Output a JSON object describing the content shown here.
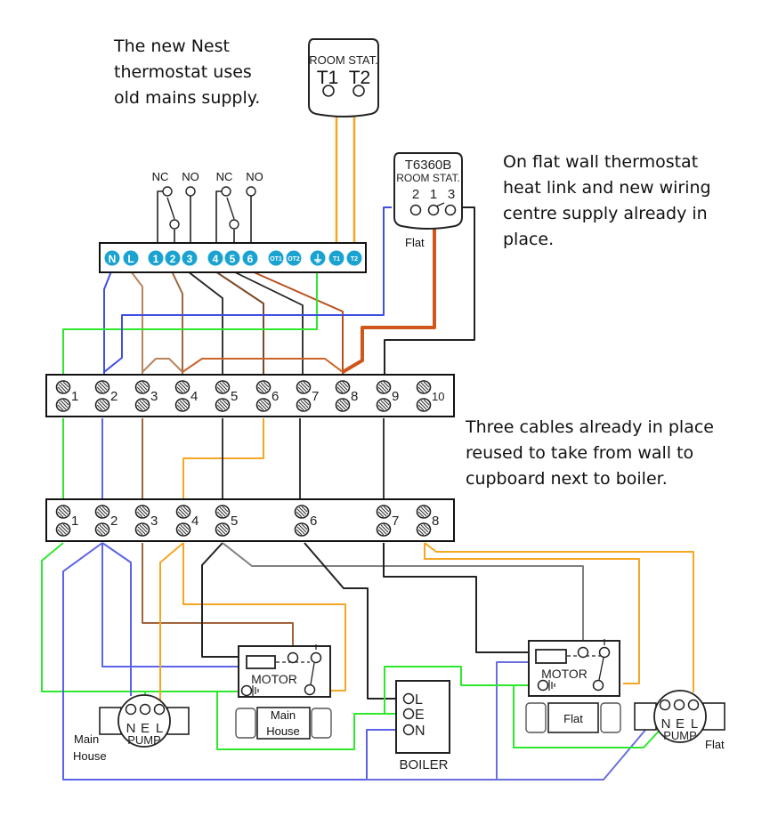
{
  "notes": {
    "nest": "The new Nest\nthermostat uses\nold mains supply.",
    "flat_stat": "On flat wall thermostat\nheat link and new wiring\ncentre supply already in\nplace.",
    "cables": "Three cables already in place\nreused to take from wall to\ncupboard next to boiler."
  },
  "room_stat": {
    "title": "ROOM STAT.",
    "terminals": [
      "T1",
      "T2"
    ]
  },
  "flat_stat": {
    "model": "T6360B",
    "title": "ROOM STAT.",
    "terminals": [
      "2",
      "1",
      "3"
    ],
    "location": "Flat"
  },
  "nest_heat_link": {
    "relay_labels": [
      "NC",
      "NO",
      "NC",
      "NO"
    ],
    "terminals": [
      "N",
      "L",
      "1",
      "2",
      "3",
      "4",
      "5",
      "6",
      "OT1",
      "OT2",
      "⏚",
      "T1",
      "T2"
    ]
  },
  "wiring_centre_upper": {
    "terminals": [
      "1",
      "2",
      "3",
      "4",
      "5",
      "6",
      "7",
      "8",
      "9",
      "10"
    ]
  },
  "wiring_centre_lower": {
    "terminals": [
      "1",
      "2",
      "3",
      "4",
      "5",
      "6",
      "7",
      "8"
    ]
  },
  "pump_main": {
    "terminals": [
      "N",
      "E",
      "L"
    ],
    "title": "PUMP",
    "location": "Main\nHouse"
  },
  "valve_main": {
    "title": "MOTOR",
    "location_line1": "Main",
    "location_line2": "House"
  },
  "boiler": {
    "title": "BOILER",
    "terminals": [
      "L",
      "E",
      "N"
    ]
  },
  "valve_flat": {
    "title": "MOTOR",
    "location": "Flat"
  },
  "pump_flat": {
    "terminals": [
      "N",
      "E",
      "L"
    ],
    "title": "PUMP",
    "location": "Flat"
  },
  "wire_colors": {
    "blue": "#3f4fe0",
    "blue_light": "#6a6fe0",
    "brown": "#a0643c",
    "brown_light": "#b8845e",
    "orange": "#d0561c",
    "yellow": "#f5a623",
    "green": "#2ee82e",
    "black": "#222222",
    "grey": "#808080",
    "terminal_cyan": "#1aa3d0"
  }
}
